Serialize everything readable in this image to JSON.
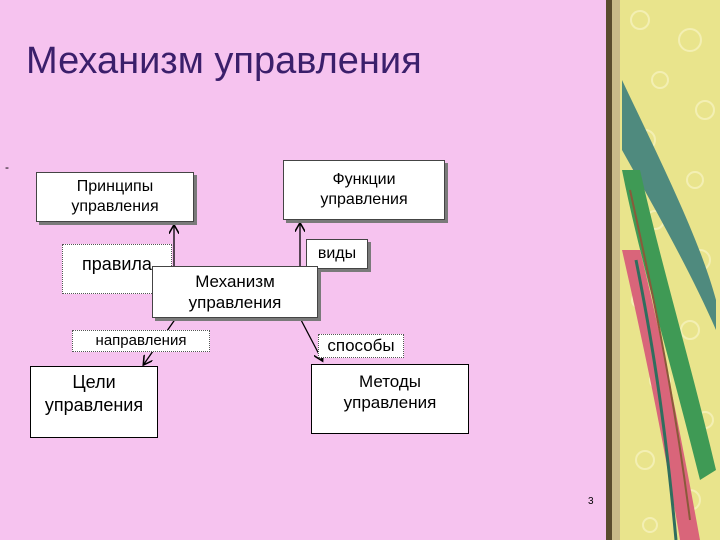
{
  "title": "Механизм управления",
  "stray_mark": "-",
  "diagram": {
    "principles": "Принципы управления",
    "functions": "Функции управления",
    "rules": "правила",
    "kinds": "виды",
    "mechanism": "Механизм управления",
    "directions": "направления",
    "ways": "способы",
    "goals": "Цели управления",
    "methods": "Методы управления"
  },
  "page_number": "3",
  "colors": {
    "background": "#f6c3ef",
    "title": "#3b1f6b",
    "decor_panel": "#e9e48c",
    "decor_teal": "#4f8a7e",
    "decor_green": "#3f9a55",
    "decor_pink": "#d9657a"
  }
}
